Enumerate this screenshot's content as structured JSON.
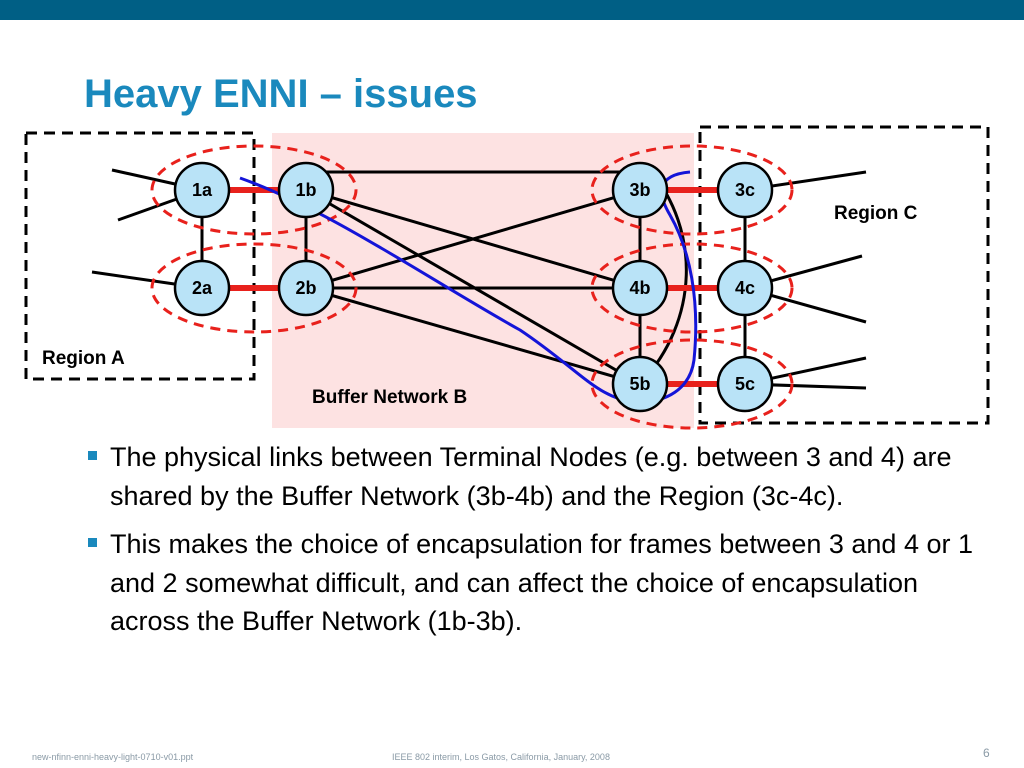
{
  "slide": {
    "title": "Heavy ENNI – issues"
  },
  "colors": {
    "topbar": "#005f85",
    "title": "#1a89bd",
    "buffer_area": "#fde2e2",
    "node_fill": "#b9e3f7",
    "red_link": "#e8211c",
    "blue_path": "#1414d8",
    "dashed_region": "#000000"
  },
  "diagram": {
    "nodes": [
      {
        "id": "1a",
        "label": "1a"
      },
      {
        "id": "1b",
        "label": "1b"
      },
      {
        "id": "2a",
        "label": "2a"
      },
      {
        "id": "2b",
        "label": "2b"
      },
      {
        "id": "3b",
        "label": "3b"
      },
      {
        "id": "3c",
        "label": "3c"
      },
      {
        "id": "4b",
        "label": "4b"
      },
      {
        "id": "4c",
        "label": "4c"
      },
      {
        "id": "5b",
        "label": "5b"
      },
      {
        "id": "5c",
        "label": "5c"
      }
    ],
    "regions": {
      "region_a": "Region A",
      "region_c": "Region C",
      "buffer_b": "Buffer Network B"
    }
  },
  "bullets": [
    {
      "text": "The physical links between Terminal Nodes (e.g. between 3 and 4) are shared by the Buffer Network (3b-4b) and the Region (3c-4c)."
    },
    {
      "text": "This makes the choice of encapsulation for frames between 3 and 4 or 1 and 2 somewhat difficult, and can affect the choice of encapsulation across the Buffer Network (1b-3b)."
    }
  ],
  "footer": {
    "left": "new-nfinn-enni-heavy-light-0710-v01.ppt",
    "center": "IEEE 802 interim, Los Gatos, California, January, 2008",
    "page_number": "6"
  }
}
